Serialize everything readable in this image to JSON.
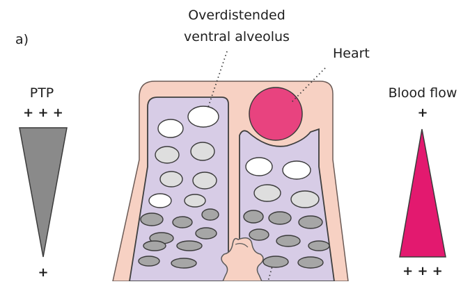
{
  "panel_label": "a)",
  "labels": {
    "overdistended_line1": "Overdistended",
    "overdistended_line2": "ventral alveolus",
    "heart": "Heart",
    "ptp": "PTP",
    "blood_flow": "Blood flow"
  },
  "ptp_gradient": {
    "top": "+ + +",
    "bottom": "+"
  },
  "blood_flow_gradient": {
    "top": "+",
    "bottom": "+ + +"
  },
  "colors": {
    "chest_wall": "#f7d1c3",
    "lung": "#d7cce6",
    "lung_outline": "#3e3e3e",
    "heart": "#e8437f",
    "ptp_triangle": "#8a8a8a",
    "blood_flow_triangle": "#e3196f",
    "alveolus_open": "#ffffff",
    "alveolus_mid": "#dedede",
    "alveolus_collapsed": "#a6a6a6"
  },
  "icons": {
    "spine": "vertebra-icon"
  }
}
